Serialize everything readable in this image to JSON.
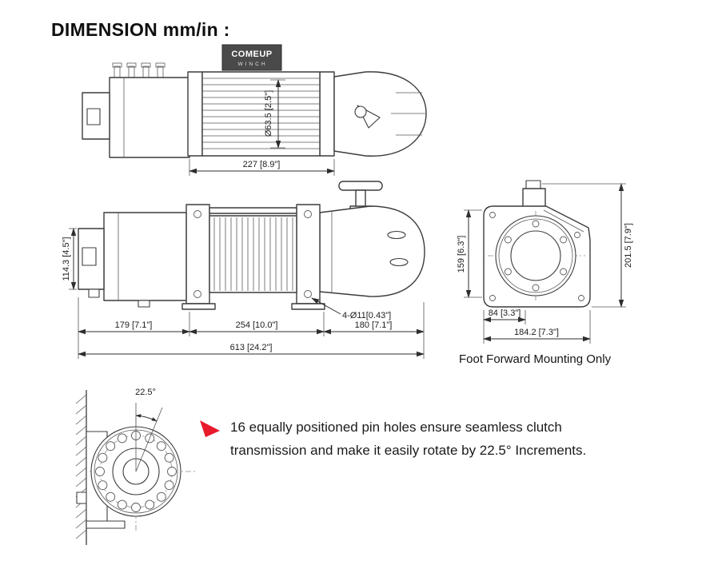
{
  "title": "DIMENSION mm/in :",
  "colors": {
    "line": "#3c3c3c",
    "dim_text": "#1c1c1c",
    "accent_red": "#e8192c",
    "logo_bg": "#4a4a4a"
  },
  "logo": {
    "brand": "COMEUP",
    "sub": "WINCH"
  },
  "top_view": {
    "drum_diameter": "Ø63.5 [2.5\"]",
    "drum_length": "227 [8.9\"]"
  },
  "side_view": {
    "height": "114.3 [4.5\"]",
    "mount_holes": "4-Ø11[0.43\"]",
    "seg_left": "179 [7.1\"]",
    "seg_center": "254 [10.0\"]",
    "seg_right": "180 [7.1\"]",
    "overall": "613 [24.2\"]"
  },
  "end_view": {
    "inner_height": "159 [6.3\"]",
    "outer_height": "201.5 [7.9\"]",
    "inner_width": "84 [3.3\"]",
    "outer_width": "184.2 [7.3\"]",
    "caption": "Foot Forward Mounting Only"
  },
  "detail_view": {
    "angle": "22.5°"
  },
  "note": "16 equally positioned pin holes ensure seamless clutch transmission and make it easily rotate by 22.5° Increments."
}
